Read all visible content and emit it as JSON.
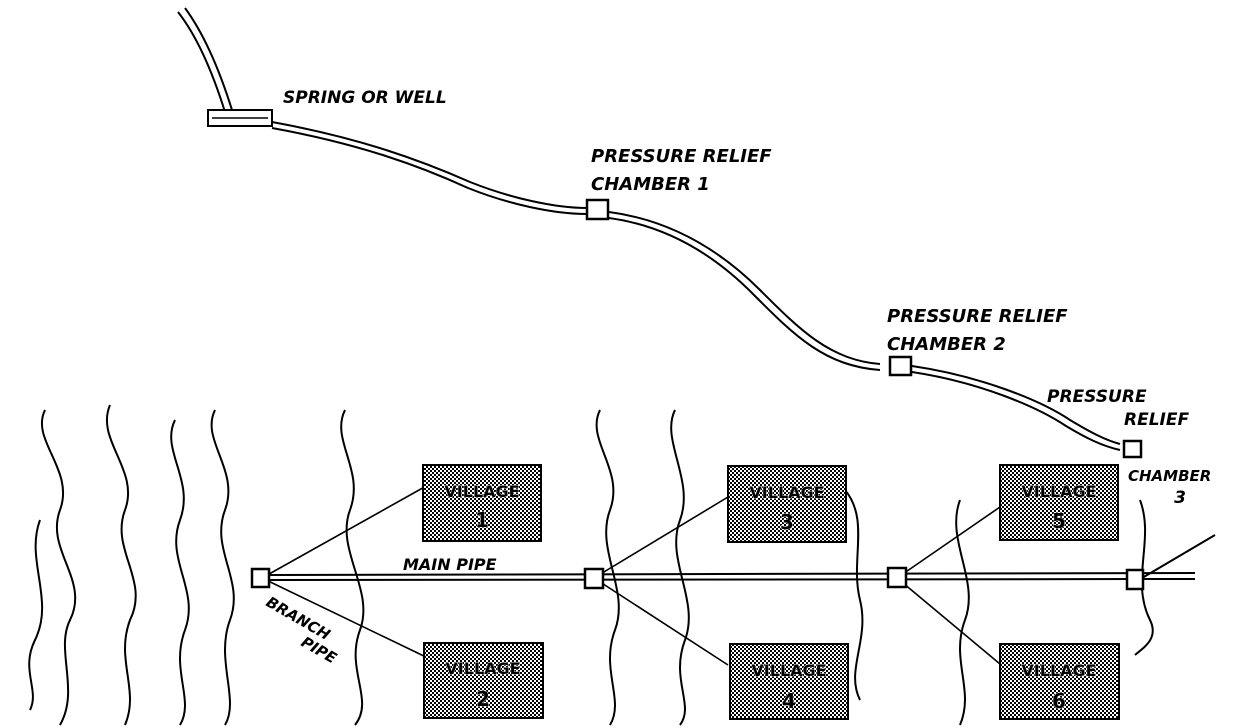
{
  "labels": {
    "source": "SPRING OR WELL",
    "relief1_line1": "PRESSURE RELIEF",
    "relief1_line2": "CHAMBER 1",
    "relief2_line1": "PRESSURE RELIEF",
    "relief2_line2": "CHAMBER 2",
    "relief3_line1": "PRESSURE",
    "relief3_line2": "RELIEF",
    "relief3_line3": "CHAMBER",
    "relief3_line4": "3",
    "main_pipe": "MAIN PIPE",
    "branch_pipe_line1": "BRANCH",
    "branch_pipe_line2": "PIPE"
  },
  "villages": [
    {
      "word": "VILLAGE",
      "number": "1"
    },
    {
      "word": "VILLAGE",
      "number": "2"
    },
    {
      "word": "VILLAGE",
      "number": "3"
    },
    {
      "word": "VILLAGE",
      "number": "4"
    },
    {
      "word": "VILLAGE",
      "number": "5"
    },
    {
      "word": "VILLAGE",
      "number": "6"
    }
  ]
}
